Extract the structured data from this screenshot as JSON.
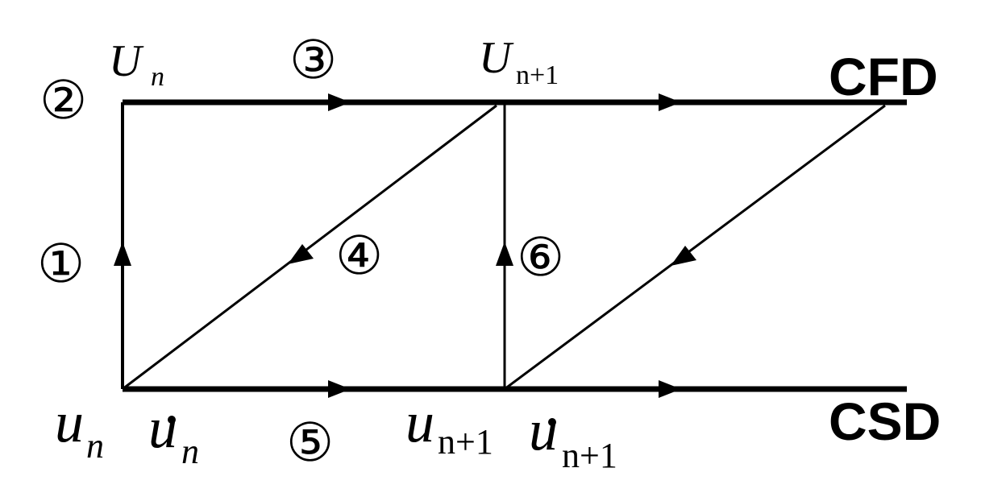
{
  "tracks": {
    "top": "CFD",
    "bottom": "CSD"
  },
  "variables": {
    "U": "U",
    "u": "u",
    "u_dot": "u",
    "sub_n": "n",
    "sub_n1": "n+1"
  },
  "steps": [
    "①",
    "②",
    "③",
    "④",
    "⑤",
    "⑥"
  ],
  "colors": {
    "ink": "#000000",
    "background": "#ffffff"
  }
}
